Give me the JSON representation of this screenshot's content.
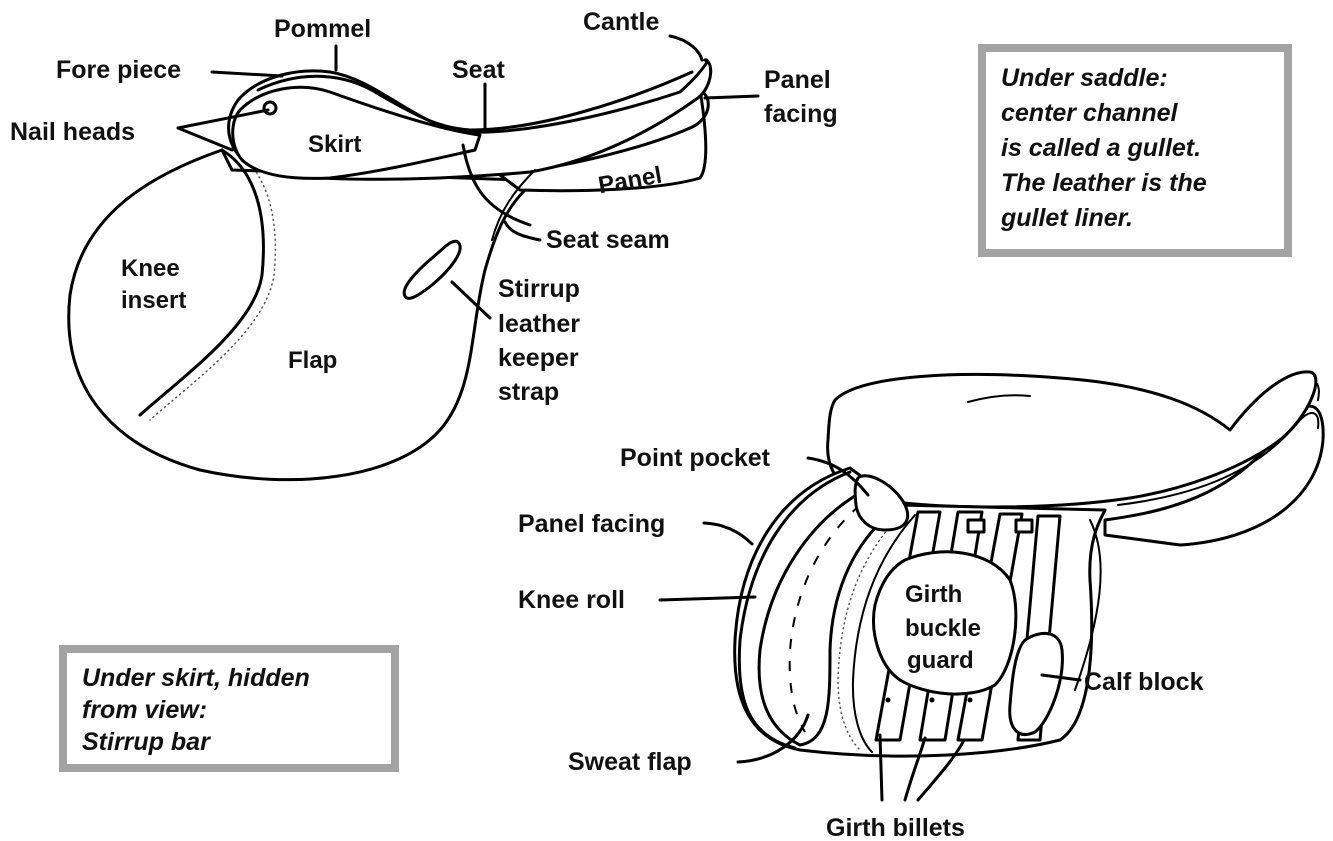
{
  "labels": {
    "pommel": "Pommel",
    "cantle": "Cantle",
    "fore_piece": "Fore piece",
    "seat": "Seat",
    "panel_facing_top": "Panel",
    "panel_facing_bottom": "facing",
    "nail_heads": "Nail heads",
    "skirt": "Skirt",
    "panel": "Panel",
    "seat_seam": "Seat seam",
    "knee_insert_1": "Knee",
    "knee_insert_2": "insert",
    "stirrup_1": "Stirrup",
    "stirrup_2": "leather",
    "stirrup_3": "keeper",
    "stirrup_4": "strap",
    "flap": "Flap",
    "point_pocket": "Point pocket",
    "panel_facing_2": "Panel facing",
    "knee_roll": "Knee roll",
    "girth_1": "Girth",
    "girth_2": "buckle",
    "girth_3": "guard",
    "calf_block": "Calf block",
    "sweat_flap": "Sweat flap",
    "girth_billets": "Girth billets"
  },
  "notes": {
    "under_saddle": [
      "Under saddle:",
      "center channel",
      "is called a gullet.",
      "The leather is the",
      "gullet liner."
    ],
    "under_skirt": [
      "Under skirt, hidden",
      "from view:",
      "Stirrup bar"
    ]
  }
}
